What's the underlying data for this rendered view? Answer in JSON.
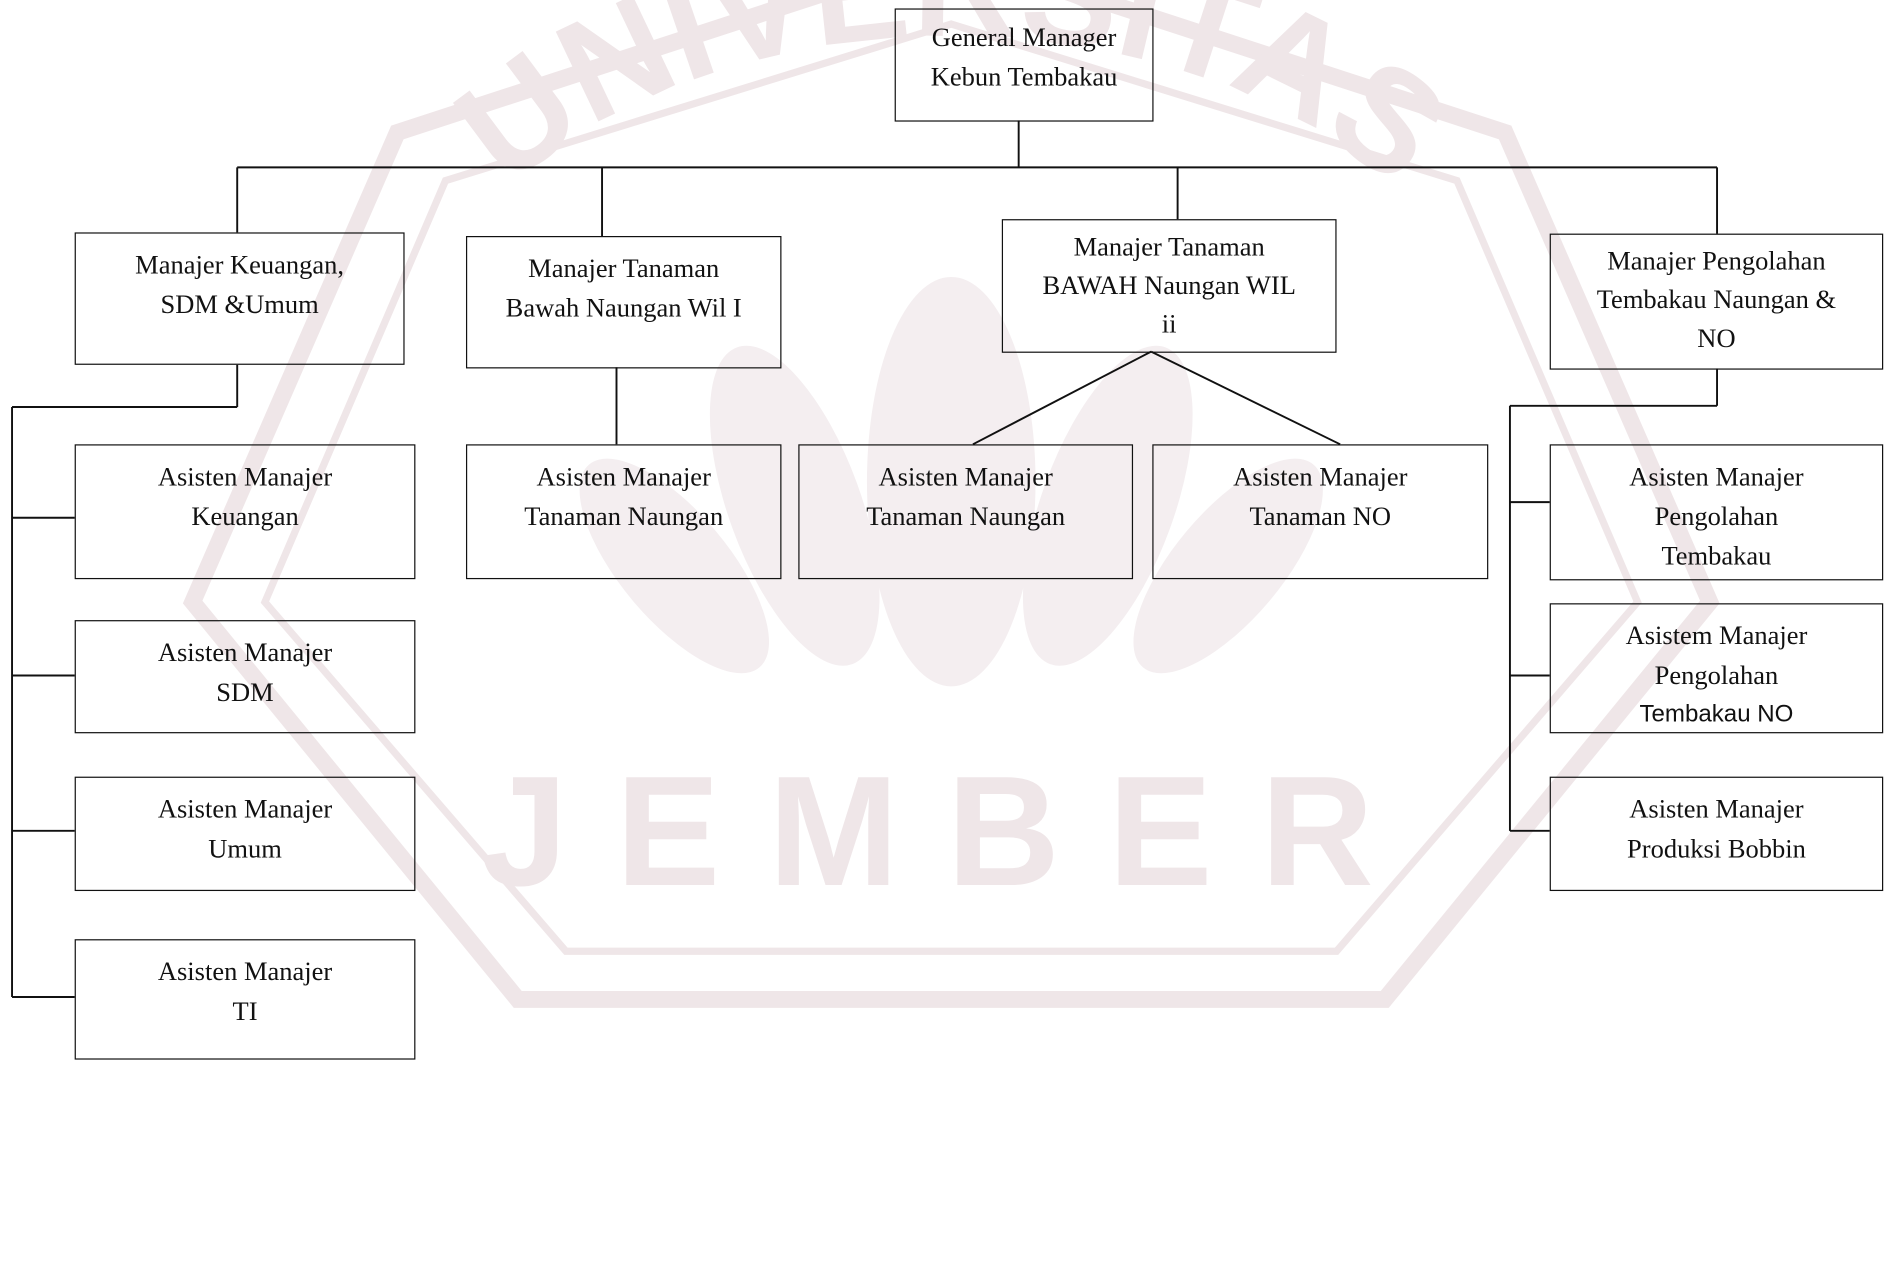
{
  "colors": {
    "line": "#111111",
    "watermark": "#efe6e8"
  },
  "watermark": {
    "arc_text": "UNIVERSITAS",
    "bottom_text": "JEMBER"
  },
  "org_chart": {
    "general_manager": {
      "lines": [
        "General Manager",
        "Kebun Tembakau"
      ]
    },
    "managers": [
      {
        "id": "m1",
        "lines": [
          "Manajer Keuangan,",
          "SDM &Umum"
        ],
        "assistants": [
          {
            "lines": [
              "Asisten Manajer",
              "Keuangan"
            ]
          },
          {
            "lines": [
              "Asisten Manajer",
              "SDM"
            ]
          },
          {
            "lines": [
              "Asisten Manajer",
              "Umum"
            ]
          },
          {
            "lines": [
              "Asisten Manajer",
              "TI"
            ]
          }
        ]
      },
      {
        "id": "m2",
        "lines": [
          "Manajer Tanaman",
          "Bawah Naungan Wil I"
        ],
        "assistants": [
          {
            "lines": [
              "Asisten Manajer",
              "Tanaman Naungan"
            ]
          }
        ]
      },
      {
        "id": "m3",
        "lines": [
          "Manajer Tanaman",
          "BAWAH Naungan WIL",
          "ii"
        ],
        "assistants": [
          {
            "lines": [
              "Asisten Manajer",
              "Tanaman Naungan"
            ]
          },
          {
            "lines": [
              "Asisten Manajer",
              "Tanaman NO"
            ]
          }
        ]
      },
      {
        "id": "m4",
        "lines": [
          "Manajer Pengolahan",
          "Tembakau Naungan &",
          "NO"
        ],
        "assistants": [
          {
            "lines": [
              "Asisten Manajer",
              "Pengolahan",
              "Tembakau"
            ]
          },
          {
            "lines": [
              "Asistem Manajer",
              "Pengolahan",
              "Tembakau NO"
            ]
          },
          {
            "lines": [
              "Asisten Manajer",
              "Produksi Bobbin"
            ]
          }
        ]
      }
    ]
  }
}
